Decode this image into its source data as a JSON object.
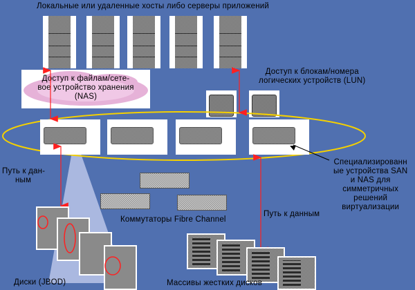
{
  "diagram": {
    "title_hosts": "Локальные или удаленные хосты либо серверы приложений",
    "nas_label": [
      "Доступ к файлам/сете-",
      "вое устройство хранения",
      "(NAS)"
    ],
    "lun_label": [
      "Доступ к блокам/номера",
      "логических устройств (LUN)"
    ],
    "data_path_left": [
      "Путь к дан-",
      "ным"
    ],
    "virtualization_label": [
      "Специализированн",
      "ые устройства SAN",
      "и NAS для",
      "симметричных",
      "решений",
      "виртуализации"
    ],
    "switches_label": "Коммутаторы Fibre Channel",
    "data_path_right": "Путь к данным",
    "jbod_label": "Диски (JBOD)",
    "arrays_label": "Массивы жестких дисков",
    "counts": {
      "hosts": 5,
      "virtualization_appliances": 4,
      "lun_devices": 2,
      "switches": 3,
      "jbod_disks": 4,
      "disk_arrays": 4
    },
    "colors": {
      "background": "#5070b0",
      "ring": "#f5d000",
      "arrows": "#ff2020",
      "beam": "#aab8e0",
      "nas_cloud": "#e8b0d8"
    }
  }
}
